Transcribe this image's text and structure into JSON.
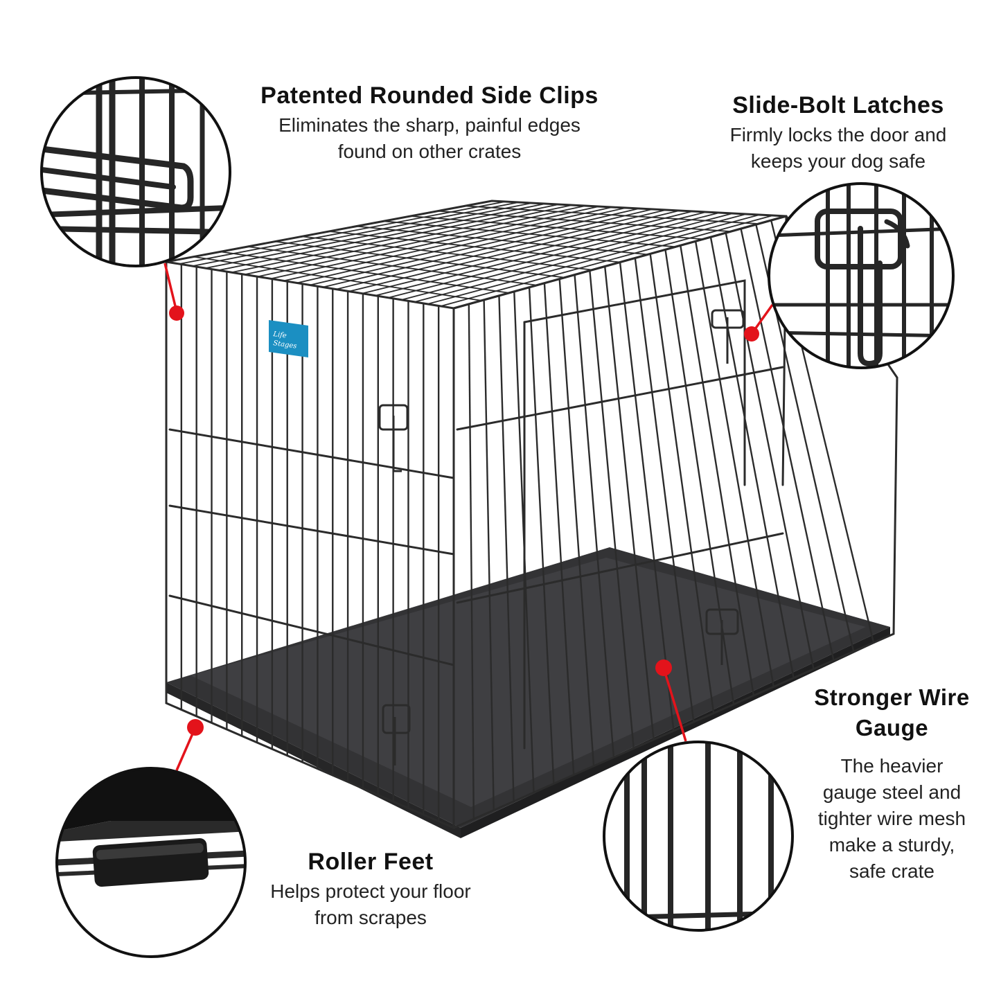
{
  "label": {
    "brand": "Life Stages"
  },
  "features": {
    "side_clips": {
      "title": "Patented Rounded Side Clips",
      "desc_line1": "Eliminates the sharp, painful edges",
      "desc_line2": "found on other crates"
    },
    "latches": {
      "title": "Slide-Bolt Latches",
      "desc_line1": "Firmly locks the door and",
      "desc_line2": "keeps your dog safe"
    },
    "wire_gauge": {
      "title_line1": "Stronger Wire",
      "title_line2": "Gauge",
      "desc_line1": "The heavier",
      "desc_line2": "gauge steel and",
      "desc_line3": "tighter wire mesh",
      "desc_line4": "make a sturdy,",
      "desc_line5": "safe crate"
    },
    "roller_feet": {
      "title": "Roller Feet",
      "desc_line1": "Helps protect your floor",
      "desc_line2": "from scrapes"
    }
  },
  "colors": {
    "callout_red": "#e3131b",
    "wire": "#2b2b2b",
    "tray": "#3a3a3c",
    "label_blue": "#1b8fc2"
  }
}
